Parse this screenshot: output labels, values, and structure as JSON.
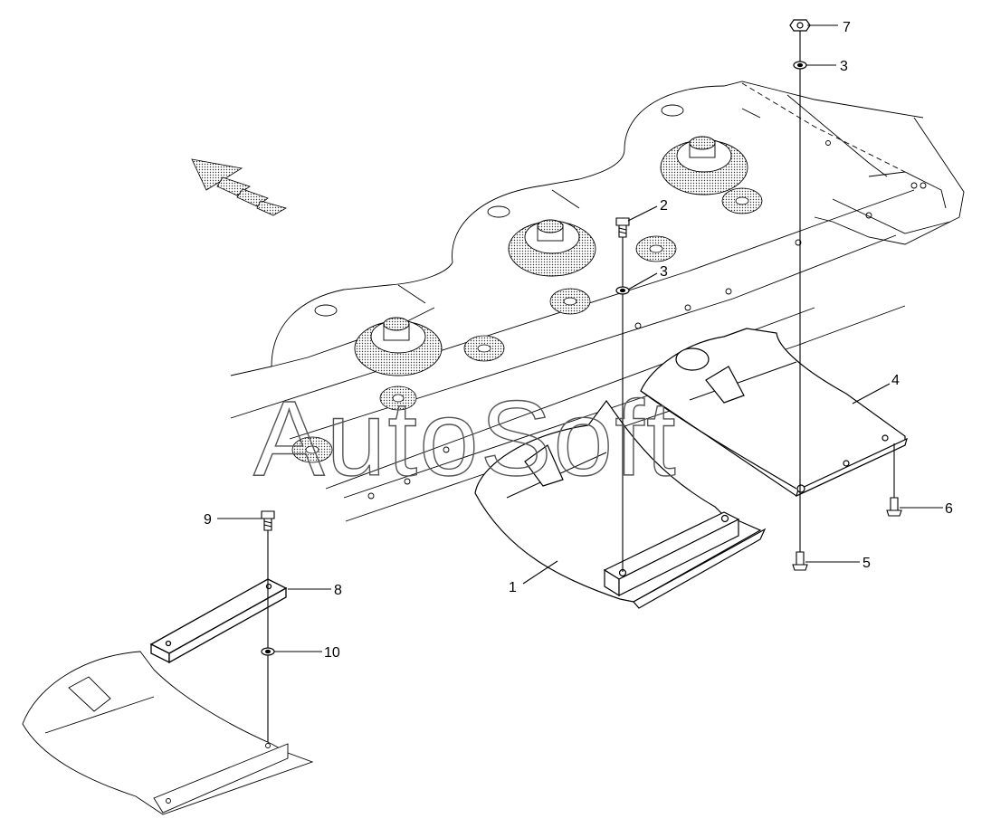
{
  "watermark": "AutoSoft",
  "callouts": {
    "c1": "1",
    "c2": "2",
    "c3a": "3",
    "c3b": "3",
    "c4": "4",
    "c5": "5",
    "c6": "6",
    "c7": "7",
    "c8": "8",
    "c9": "9",
    "c10": "10"
  },
  "colors": {
    "line": "#000000",
    "watermark": "#555555",
    "background": "#ffffff"
  },
  "icons": {
    "direction": "direction-arrow-icon"
  }
}
